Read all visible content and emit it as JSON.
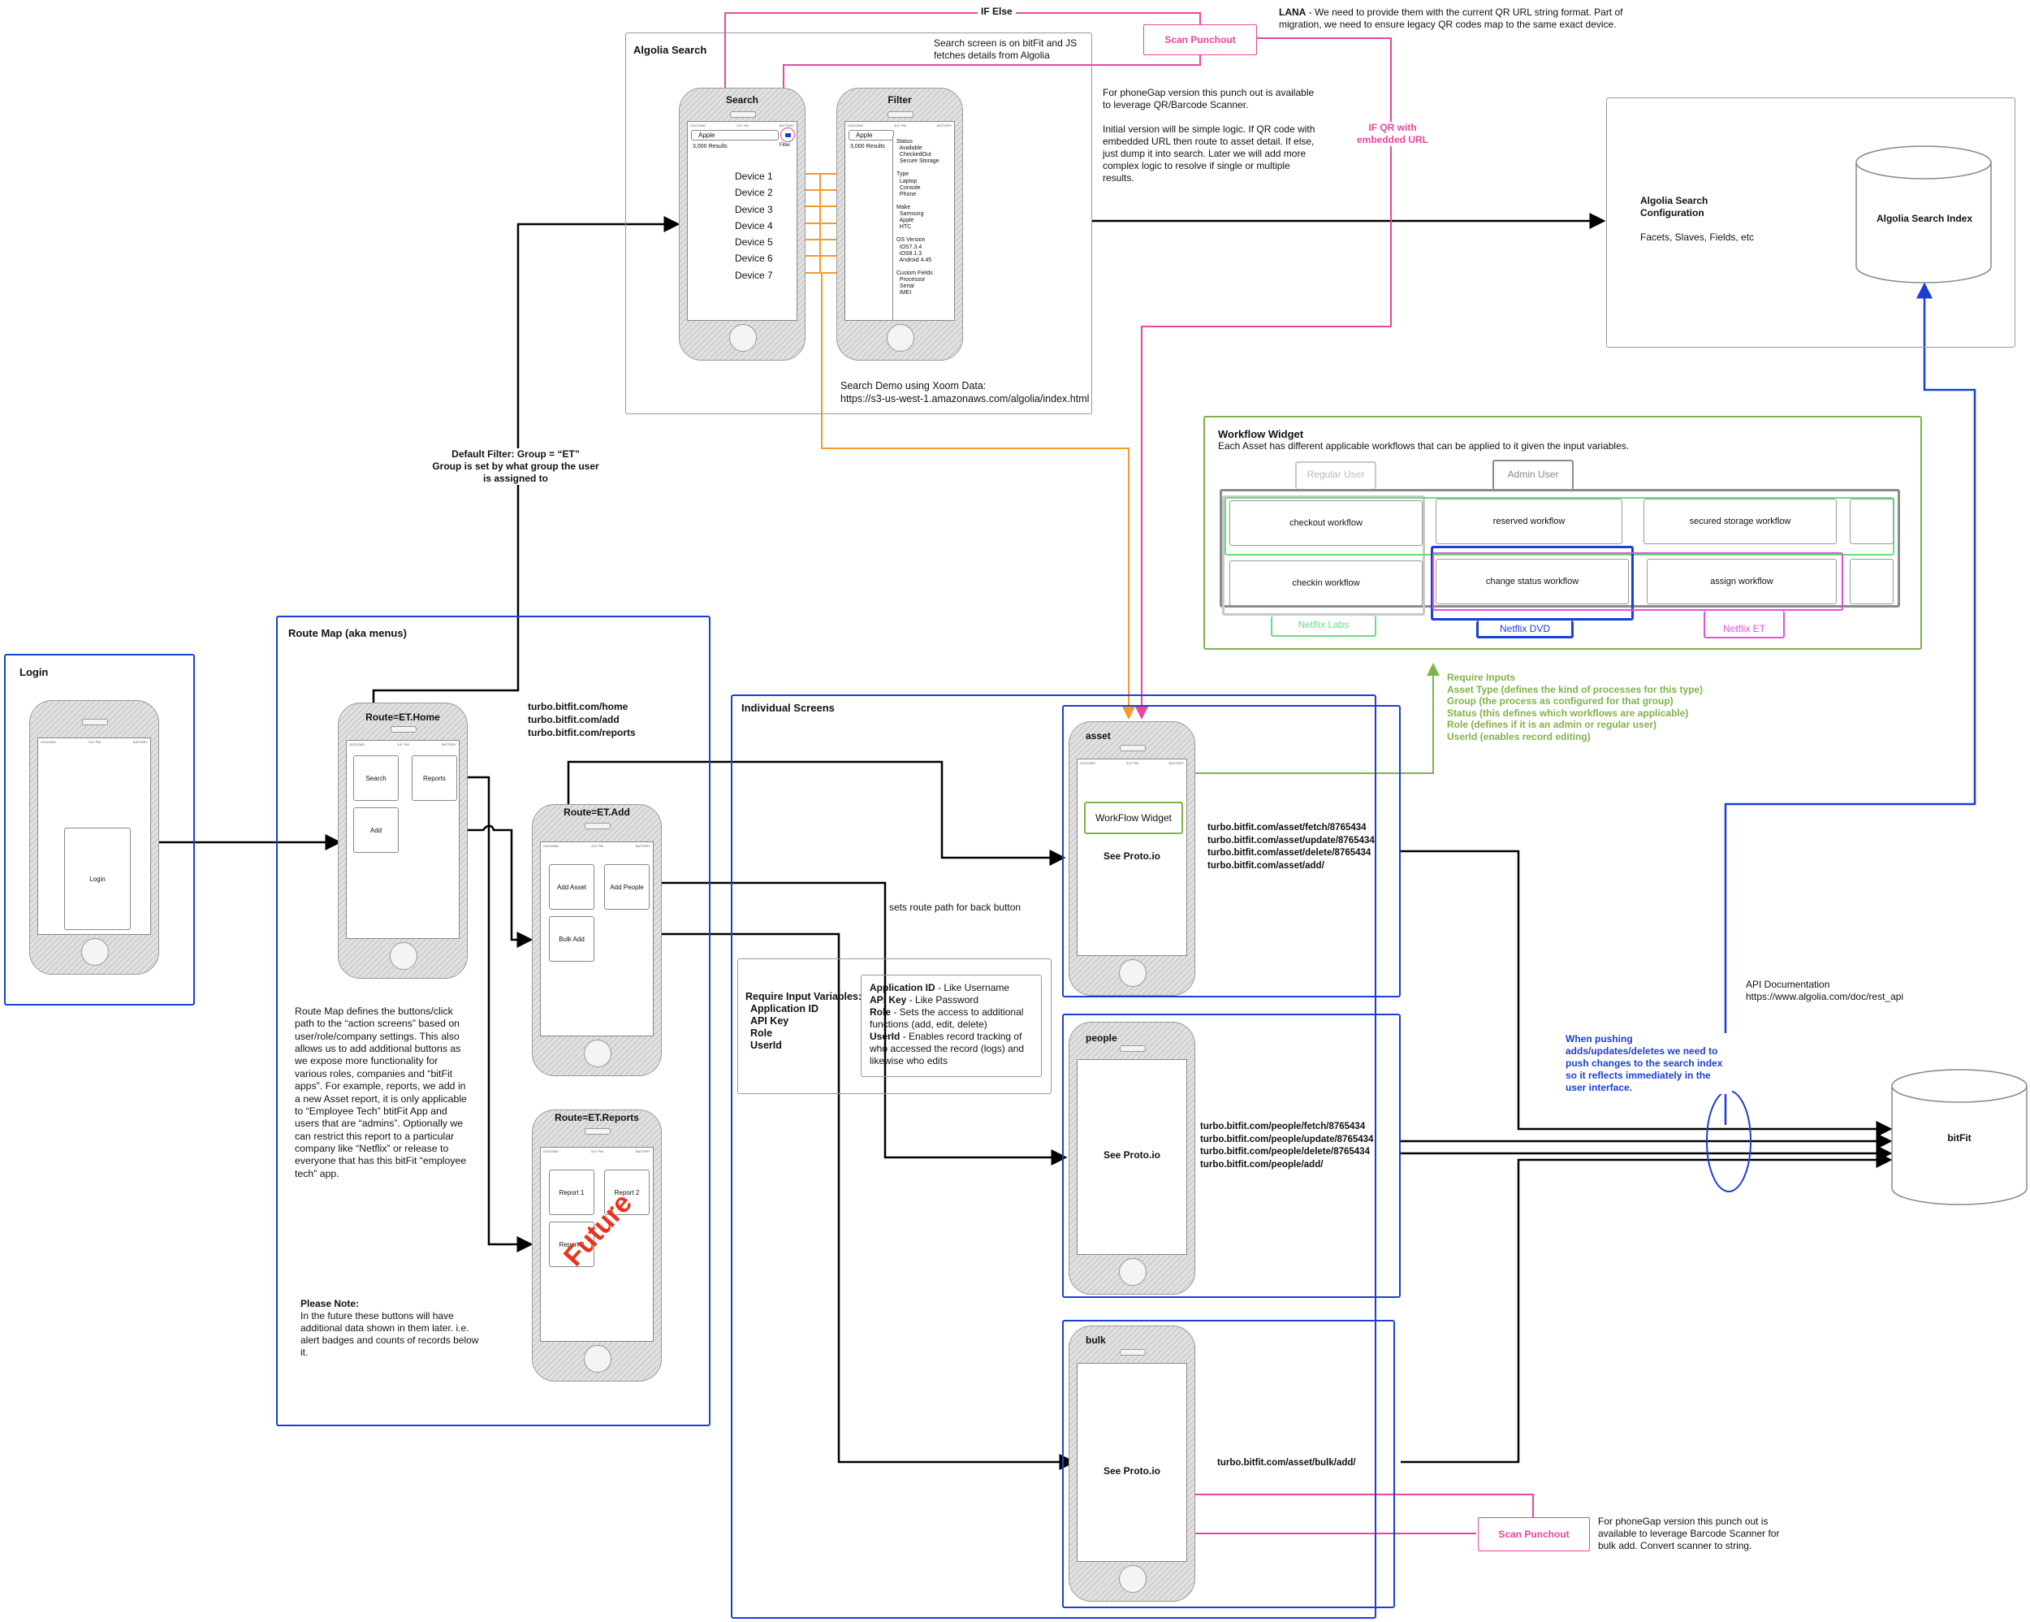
{
  "algolia": {
    "section_title": "Algolia Search",
    "note": "Search screen is on bitFit and JS fetches details from Algolia",
    "search_phone_title": "Search",
    "filter_phone_title": "Filter",
    "search_value": "Apple",
    "results": "3,000 Results",
    "filter_btn": "Filter",
    "devices": [
      "Device 1",
      "Device 2",
      "Device 3",
      "Device 4",
      "Device 5",
      "Device 6",
      "Device 7"
    ],
    "filter_list": [
      "Status",
      "  Available",
      "  CheckedOut",
      "  Secure Storage",
      "",
      "Type",
      "  Laptop",
      "  Console",
      "  Phone",
      "",
      "Make",
      "  Samsung",
      "  Apple",
      "  HTC",
      "",
      "OS Version",
      "  iOS7.3.4",
      "  iOS8.1.3",
      "  Android 4.45",
      "",
      "Custom Fields",
      "  Processor",
      "  Serial",
      "  IMEI"
    ],
    "demo_note": "Search Demo using Xoom Data:",
    "demo_url": "https://s3-us-west-1.amazonaws.com/algolia/index.html",
    "statusbar_left": "OOOOMO",
    "statusbar_mid": "3:47 PM",
    "statusbar_right": "BATTERY"
  },
  "top": {
    "if_else": "IF Else",
    "scan_punchout": "Scan Punchout",
    "lana_bold": "LANA",
    "lana_text": " - We need to provide them with the current QR URL string format. Part of migration, we need to ensure legacy QR codes map to the same exact device.",
    "phonegap_note_1": "For phoneGap version this punch out is available to leverage QR/Barcode Scanner.",
    "phonegap_note_2": "Initial version will be simple logic. If QR code with embedded URL then route to asset detail. If else, just dump it into search. Later we will add more complex logic to resolve if single or multiple results.",
    "if_qr": "IF QR with embedded URL"
  },
  "config": {
    "title": "Algolia Search Configuration",
    "subtitle": "Facets, Slaves, Fields, etc",
    "index_label": "Algolia Search Index"
  },
  "workflow": {
    "title": "Workflow Widget",
    "subtitle": "Each Asset has different applicable workflows that can be applied to it given the input variables.",
    "regular_user": "Regular User",
    "admin_user": "Admin User",
    "cells": [
      "checkout workflow",
      "reserved workflow",
      "secured storage workflow",
      "checkin workflow",
      "change status workflow",
      "assign workflow"
    ],
    "netflix_labs": "Netflix Labs",
    "netflix_dvd": "Netflix DVD",
    "netflix_et": "Netflix ET",
    "require_title": "Require Inputs",
    "require_lines": [
      "Asset Type (defines the kind of processes for this type)",
      "Group (the process as configured for that group)",
      "Status (this defines which workflows are applicable)",
      "Role (defines if it is an admin or regular user)",
      "UserId (enables record editing)"
    ]
  },
  "default_filter": {
    "line1": "Default Filter: Group = “ET”",
    "line2": "Group is set by what group the user is assigned to"
  },
  "login": {
    "section_title": "Login",
    "button": "Login"
  },
  "route": {
    "section_title": "Route Map (aka menus)",
    "home_title": "Route=ET.Home",
    "home_buttons": [
      "Search",
      "Reports",
      "Add"
    ],
    "home_urls": [
      "turbo.bitfit.com/home",
      "turbo.bitfit.com/add",
      "turbo.bitfit.com/reports"
    ],
    "add_title": "Route=ET.Add",
    "add_buttons": [
      "Add Asset",
      "Add People",
      "Bulk Add"
    ],
    "reports_title": "Route=ET.Reports",
    "reports_buttons": [
      "Report 1",
      "Report 2",
      "Report 3"
    ],
    "future": "Future",
    "description": "Route Map defines the buttons/click path to the “action screens” based on user/role/company settings. This also allows us to add additional buttons as we expose more functionality for various roles, companies and “bitFit apps”. For example, reports, we add in a new Asset report, it is only applicable to “Employee Tech” btitFit App and users that are “admins”. Optionally we can restrict this report to a particular company like “Netflix” or release to everyone that has this bitFit “employee tech” app.",
    "please_note_title": "Please Note:",
    "please_note": "In the future these buttons will have additional data shown in them later. i.e. alert badges and counts of records below it."
  },
  "individual": {
    "section_title": "Individual Screens",
    "back_note": "sets route path for back button",
    "req_title": "Require Input Variables:",
    "req_vars": [
      "Application ID",
      "API Key",
      "Role",
      "UserId"
    ],
    "req_defs": [
      {
        "term": "Application ID",
        "def": " - Like Username"
      },
      {
        "term": "API Key",
        "def": " - Like Password"
      },
      {
        "term": "Role",
        "def": " - Sets the access to additional functions (add, edit, delete)"
      },
      {
        "term": "UserId",
        "def": " - Enables record tracking of who accessed the record (logs) and likewise who edits"
      }
    ],
    "asset_title": "asset",
    "asset_widget": "WorkFlow Widget",
    "see_proto": "See Proto.io",
    "asset_urls": [
      "turbo.bitfit.com/asset/fetch/8765434",
      "turbo.bitfit.com/asset/update/8765434",
      "turbo.bitfit.com/asset/delete/8765434",
      "turbo.bitfit.com/asset/add/"
    ],
    "people_title": "people",
    "people_urls": [
      "turbo.bitfit.com/people/fetch/8765434",
      "turbo.bitfit.com/people/update/8765434",
      "turbo.bitfit.com/people/delete/8765434",
      "turbo.bitfit.com/people/add/"
    ],
    "bulk_title": "bulk",
    "bulk_url": "turbo.bitfit.com/asset/bulk/add/",
    "bulk_scan": "Scan Punchout",
    "bulk_note": "For phoneGap version this punch out is available to leverage Barcode Scanner for bulk add.  Convert scanner to string."
  },
  "api": {
    "doc_title": "API Documentation",
    "doc_url": "https://www.algolia.com/doc/rest_api",
    "push_note": "When pushing adds/updates/deletes we need to push changes to the search index so it reflects immediately in the user interface.",
    "db_label": "bitFit"
  },
  "colors": {
    "blue": "#1a3fd6",
    "green": "#7fb347",
    "pink": "#e8479b",
    "orange": "#f29b2b",
    "gray": "#999999",
    "lightgreen": "#66e07a",
    "magenta": "#e64ee0"
  }
}
